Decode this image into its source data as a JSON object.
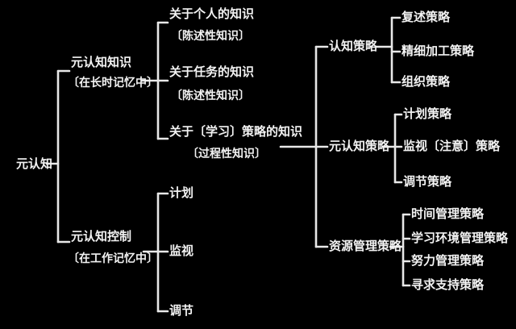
{
  "root": "元认知",
  "knowledge": {
    "title": "元认知知识",
    "note": "〔在长时记忆中〕",
    "items": [
      {
        "label": "关于个人的知识",
        "note": "〔陈述性知识〕"
      },
      {
        "label": "关于任务的知识",
        "note": "〔陈述性知识〕"
      },
      {
        "label": "关于〔学习〕策略的知识",
        "note": "〔过程性知识〕"
      }
    ]
  },
  "control": {
    "title": "元认知控制",
    "note": "〔在工作记忆中〕",
    "items": [
      "计划",
      "监视",
      "调节"
    ]
  },
  "strategies": [
    {
      "label": "认知策略",
      "items": [
        "复述策略",
        "精细加工策略",
        "组织策略"
      ]
    },
    {
      "label": "元认知策略",
      "items": [
        "计划策略",
        "监视〔注意〕策略",
        "调节策略"
      ]
    },
    {
      "label": "资源管理策略",
      "items": [
        "时间管理策略",
        "学习环境管理策略",
        "努力管理策略",
        "寻求支持策略"
      ]
    }
  ]
}
